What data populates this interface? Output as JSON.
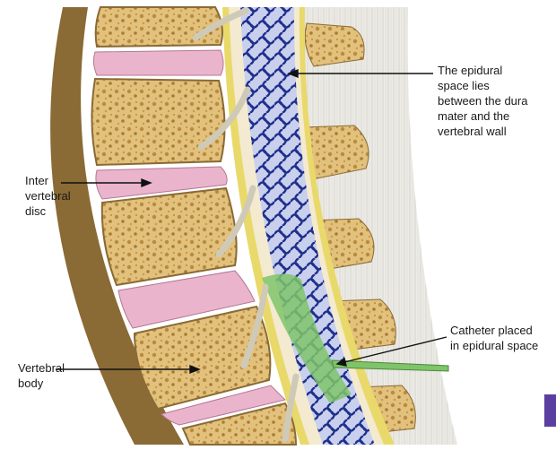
{
  "labels": {
    "epidural_space": "The epidural\nspace lies\nbetween the dura\nmater and the\nvertebral wall",
    "intervertebral_disc": "Inter\nvertebral\ndisc",
    "vertebral_body": "Vertebral\nbody",
    "catheter": "Catheter placed\nin epidural space"
  },
  "colors": {
    "bone": "#e2c17c",
    "bone_dark": "#b88a3e",
    "disc": "#eab4cc",
    "vein": "#1f2f8c",
    "dura": "#e9d96a",
    "catheter": "#7fc46a",
    "ligament": "#ecebe6",
    "accent": "#5b3fa0"
  }
}
